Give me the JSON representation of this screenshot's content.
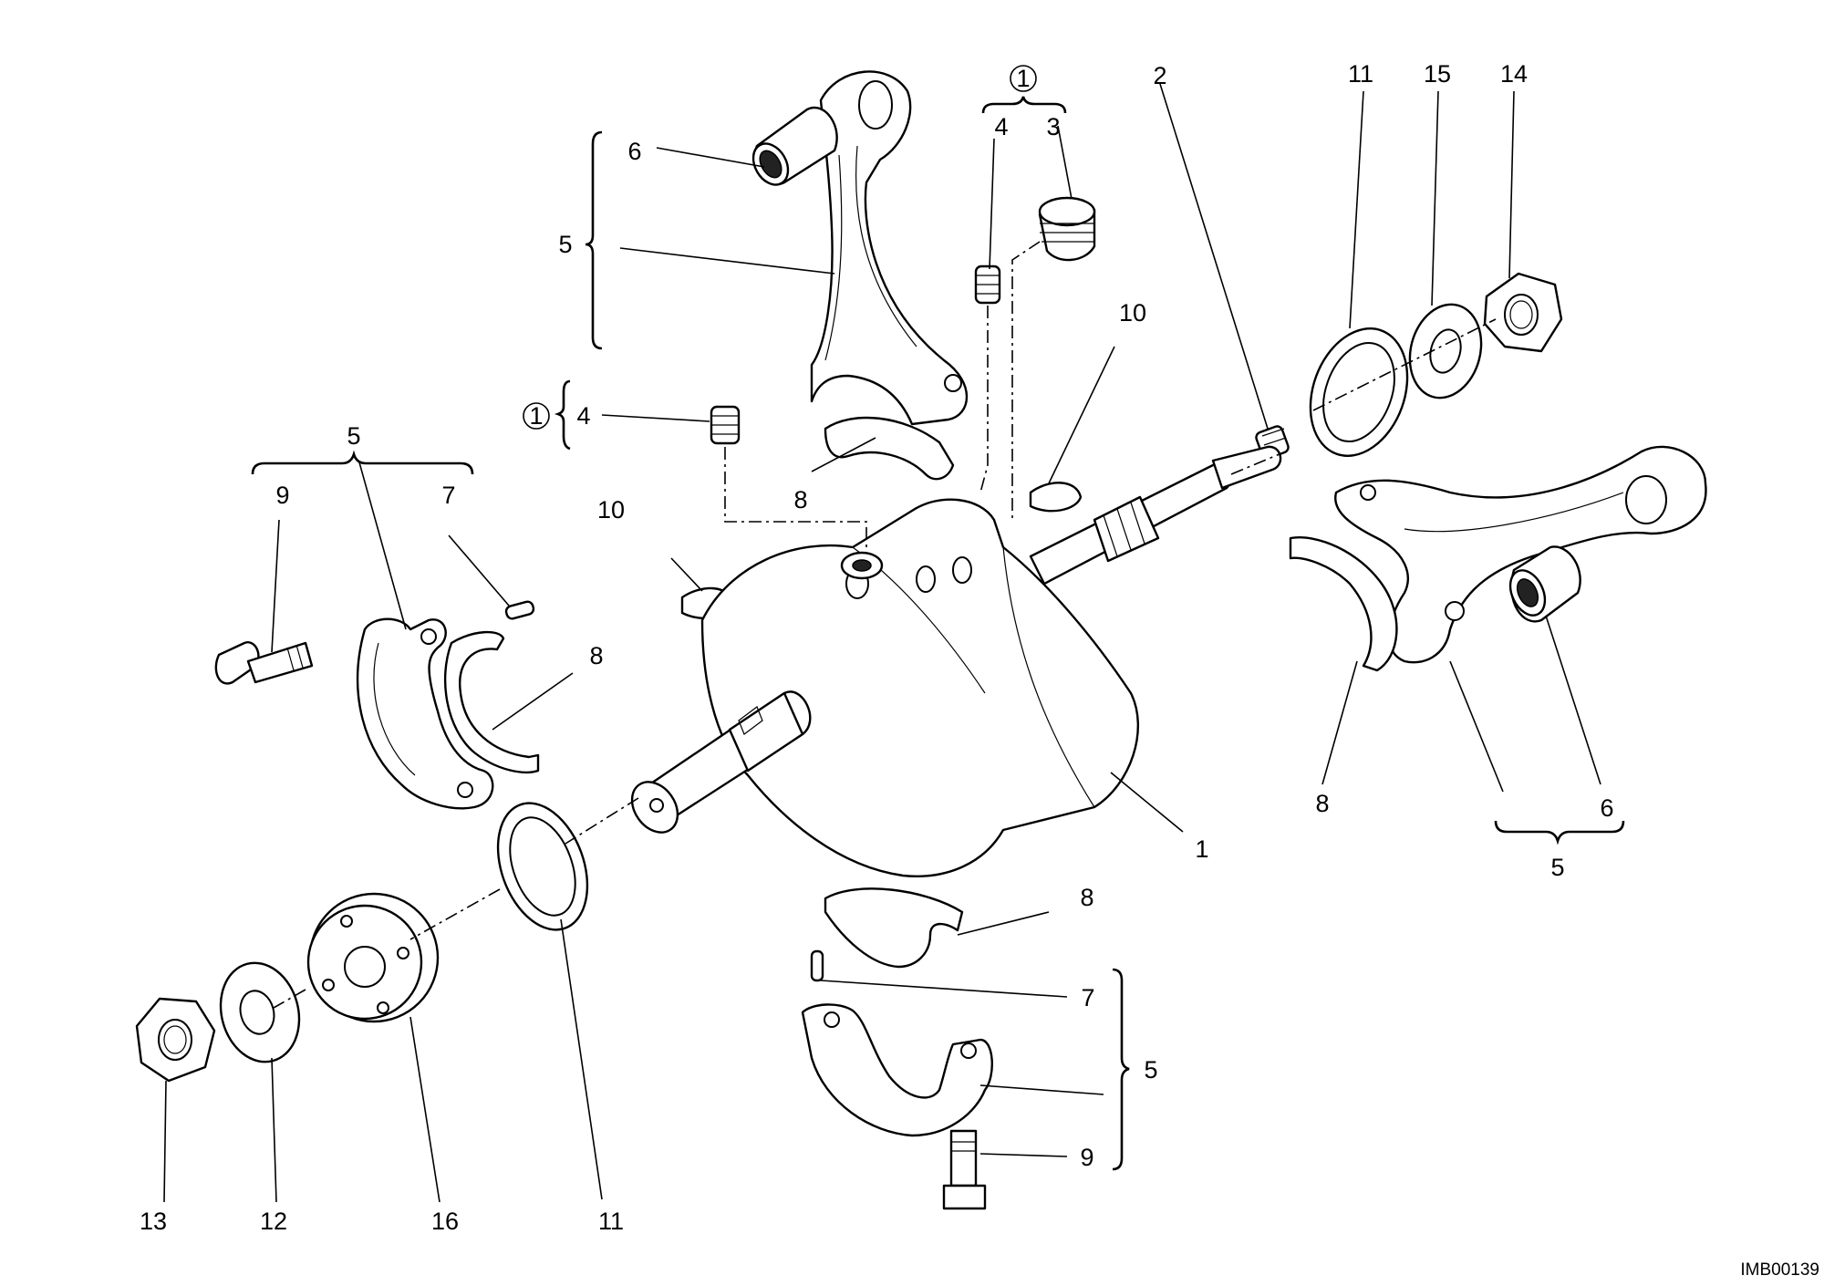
{
  "labels": {
    "l1": "1",
    "l2": "2",
    "l3": "3",
    "l4a": "4",
    "l4b": "4",
    "l5a": "5",
    "l5b": "5",
    "l5c": "5",
    "l5d": "5",
    "l6a": "6",
    "l6b": "6",
    "l7a": "7",
    "l7b": "7",
    "l8a": "8",
    "l8b": "8",
    "l8c": "8",
    "l8d": "8",
    "l9a": "9",
    "l9b": "9",
    "l10a": "10",
    "l10b": "10",
    "l11a": "11",
    "l11b": "11",
    "l12": "12",
    "l13": "13",
    "l14": "14",
    "l15": "15",
    "l16": "16"
  },
  "circled": {
    "c1a": "1",
    "c1b": "1"
  },
  "drawing_code": "IMB00139"
}
